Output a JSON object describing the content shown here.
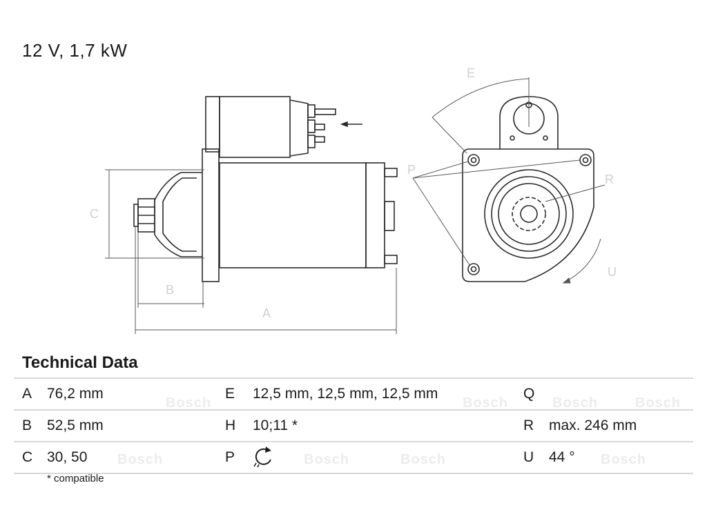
{
  "header": {
    "title": "12 V, 1,7 kW"
  },
  "diagram": {
    "side_view_labels": [
      "A",
      "B",
      "C"
    ],
    "front_view_labels": [
      "E",
      "P",
      "R",
      "U"
    ]
  },
  "technical_data": {
    "heading": "Technical Data",
    "rows": [
      {
        "k1": "A",
        "v1": "76,2 mm",
        "k2": "E",
        "v2": "12,5 mm, 12,5 mm, 12,5 mm",
        "k3": "Q",
        "v3": ""
      },
      {
        "k1": "B",
        "v1": "52,5 mm",
        "k2": "H",
        "v2": "10;11 *",
        "k3": "R",
        "v3": "max. 246 mm"
      },
      {
        "k1": "C",
        "v1": "30, 50",
        "k2": "P",
        "v2": "",
        "k3": "U",
        "v3": "44 °"
      }
    ],
    "p_icon": "clockwise-rotation-icon",
    "footnote": "* compatible",
    "watermark": "Bosch"
  }
}
